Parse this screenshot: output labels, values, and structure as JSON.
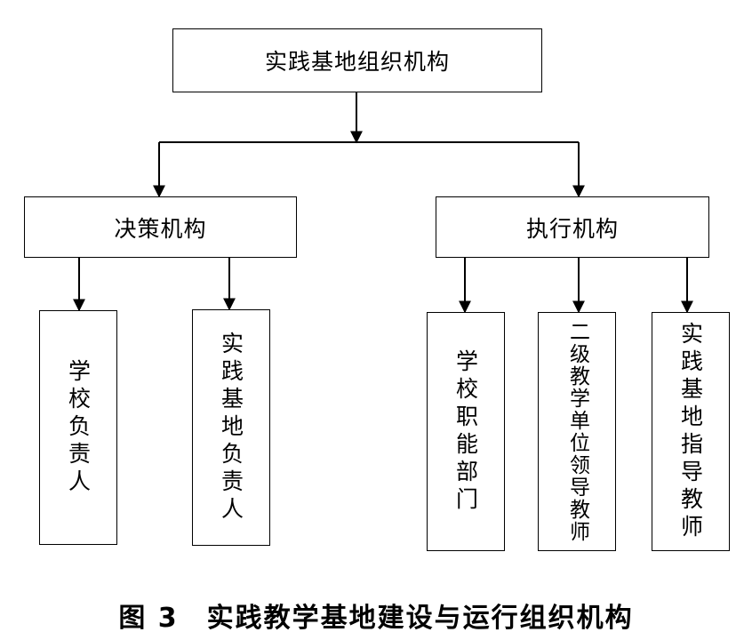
{
  "root": {
    "label": "实践基地组织机构"
  },
  "branches": [
    {
      "label": "决策机构",
      "children": [
        {
          "label": "学校负责人"
        },
        {
          "label": "实践基地负责人"
        }
      ]
    },
    {
      "label": "执行机构",
      "children": [
        {
          "label": "学校职能部门"
        },
        {
          "label": "二级教学单位领导教师"
        },
        {
          "label": "实践基地指导教师"
        }
      ]
    }
  ],
  "caption": "图 3　实践教学基地建设与运行组织机构"
}
